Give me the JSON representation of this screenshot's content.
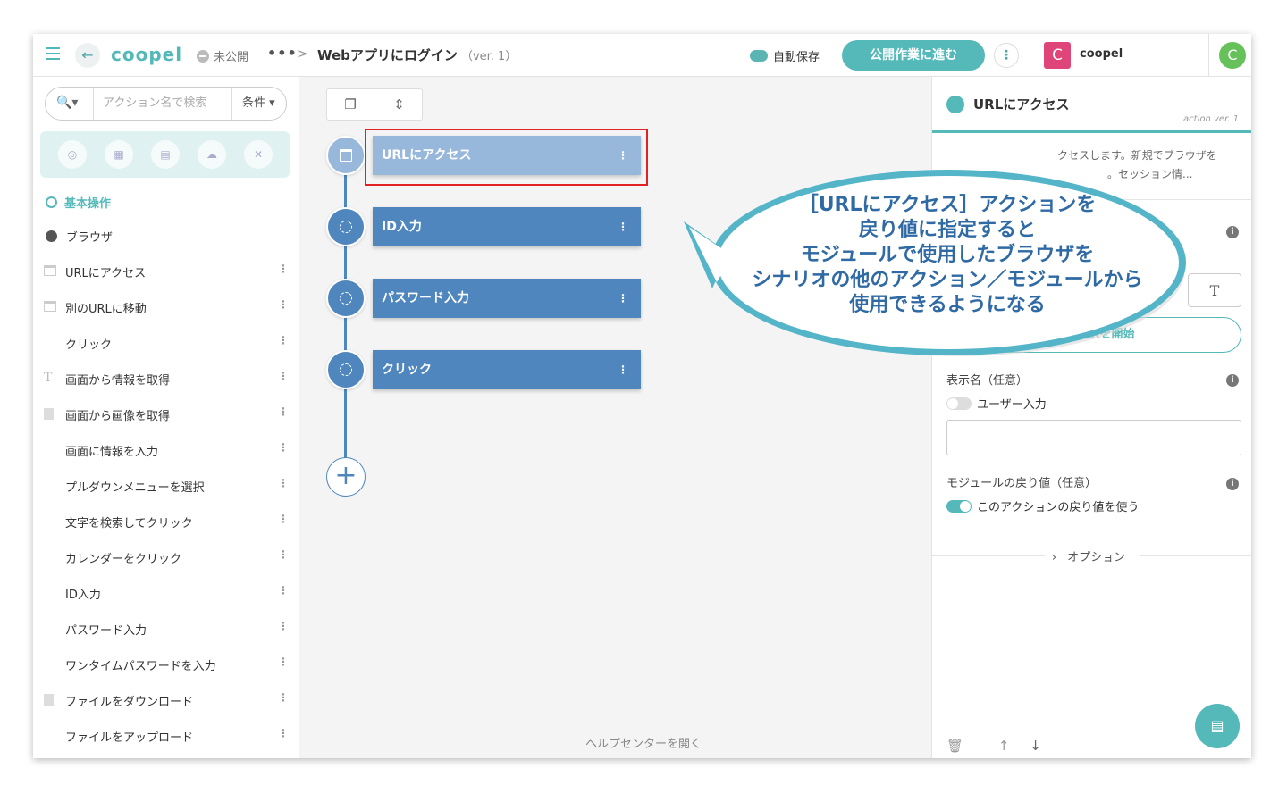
{
  "header": {
    "logo": "coopel",
    "status": "未公開",
    "more": "•••",
    "breadcrumb_sep": ">",
    "title": "Webアプリにログイン",
    "version": "（ver. 1）",
    "autosave": "自動保存",
    "publish_button": "公開作業に進む",
    "org_initial": "C",
    "org_name": "coopel",
    "user_initial": "C",
    "org_color": "#e0457a",
    "user_color": "#67c15a",
    "accent_color": "#55b9b9"
  },
  "sidebar": {
    "search_placeholder": "アクション名で検索",
    "condition_label": "条件",
    "section_title": "基本操作",
    "subsection_title": "ブラウザ",
    "categories": [
      "globe-icon",
      "excel-icon",
      "document-icon",
      "cloud-icon",
      "tools-icon"
    ],
    "items": [
      {
        "label": "URLにアクセス",
        "icon": "window-icon"
      },
      {
        "label": "別のURLに移動",
        "icon": "window-icon"
      },
      {
        "label": "クリック",
        "icon": ""
      },
      {
        "label": "画面から情報を取得",
        "icon": "text-icon"
      },
      {
        "label": "画面から画像を取得",
        "icon": "document-icon"
      },
      {
        "label": "画面に情報を入力",
        "icon": ""
      },
      {
        "label": "プルダウンメニューを選択",
        "icon": ""
      },
      {
        "label": "文字を検索してクリック",
        "icon": ""
      },
      {
        "label": "カレンダーをクリック",
        "icon": ""
      },
      {
        "label": "ID入力",
        "icon": ""
      },
      {
        "label": "パスワード入力",
        "icon": ""
      },
      {
        "label": "ワンタイムパスワードを入力",
        "icon": ""
      },
      {
        "label": "ファイルをダウンロード",
        "icon": "document-icon"
      },
      {
        "label": "ファイルをアップロード",
        "icon": ""
      }
    ]
  },
  "canvas": {
    "nodes": [
      {
        "label": "URLにアクセス"
      },
      {
        "label": "ID入力"
      },
      {
        "label": "パスワード入力"
      },
      {
        "label": "クリック"
      }
    ],
    "help_link": "ヘルプセンターを開く"
  },
  "callout": {
    "lines": [
      "［URLにアクセス］アクションを",
      "戻り値に指定すると",
      "モジュールで使用したブラウザを",
      "シナリオの他のアクション／モジュールから",
      "使用できるようになる"
    ]
  },
  "right_panel": {
    "title": "URLにアクセス",
    "version": "action ver. 1",
    "desc_line1": "クセスします。新規でブラウザを",
    "desc_line2": "。セッション情...",
    "t_button": "T",
    "select_element_button": "要素選択を開始",
    "display_name_label": "表示名（任意）",
    "user_input_label": "ユーザー入力",
    "return_value_label": "モジュールの戻り値（任意）",
    "use_return_value_label": "このアクションの戻り値を使う",
    "use_return_value_on": true,
    "options_label": "オプション"
  }
}
